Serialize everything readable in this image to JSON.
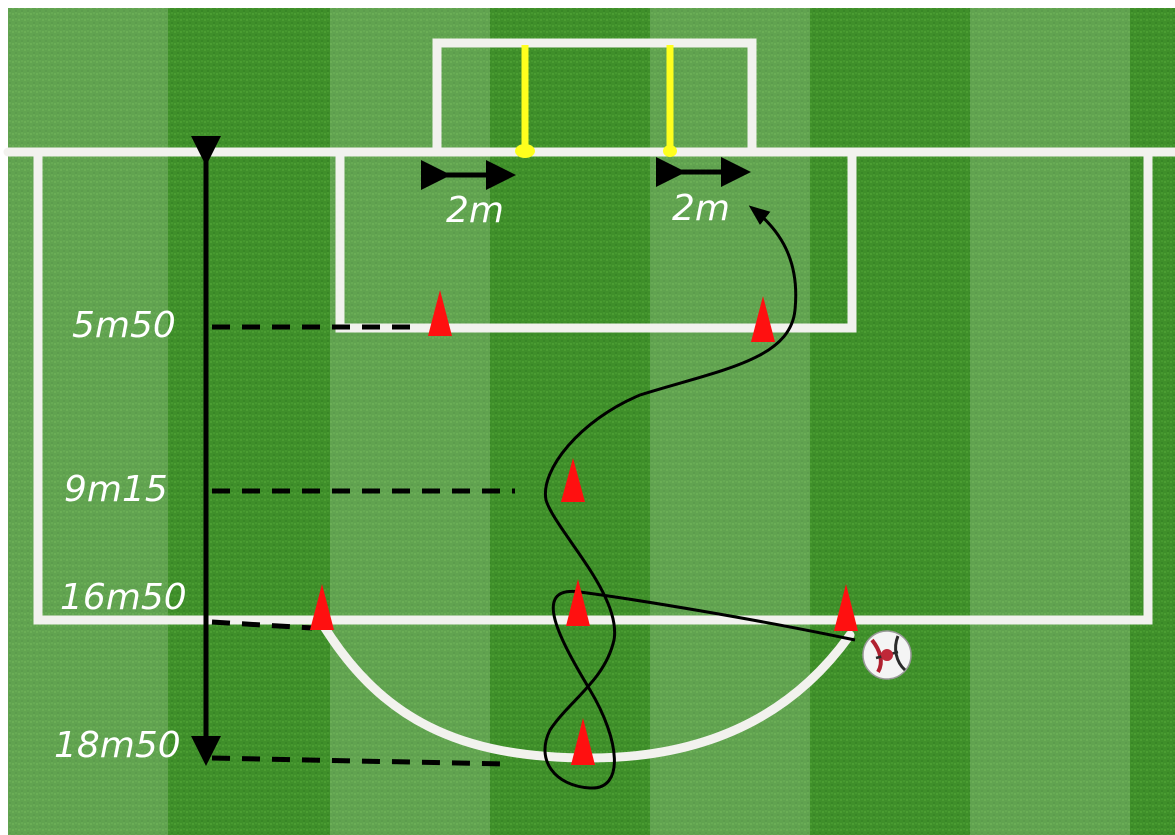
{
  "colors": {
    "grass": "#3f8f2a",
    "grass_stripe": "#4fa533",
    "line": "#f2f2ee",
    "post": "#ffff1e",
    "cone": "#ff1010",
    "marker": "#000000",
    "label": "#ffffff"
  },
  "labels": {
    "goal_gap_left": "2m",
    "goal_gap_right": "2m",
    "distance_1": "5m50",
    "distance_2": "9m15",
    "distance_3": "16m50",
    "distance_4": "18m50"
  },
  "objects": {
    "ball_icon": "soccer-ball-icon",
    "cone_icon": "cone-icon",
    "post_icon": "pole-icon"
  }
}
